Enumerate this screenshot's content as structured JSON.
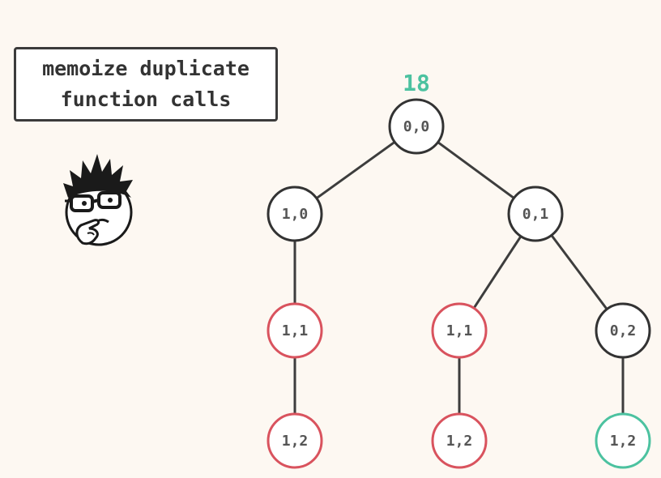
{
  "speech_bubble": {
    "line1": "memoize duplicate",
    "line2": "function calls"
  },
  "colors": {
    "background": "#fdf8f2",
    "normal_stroke": "#333333",
    "duplicate_stroke": "#d9535e",
    "memo_stroke": "#4cc2a0",
    "result": "#4cc2a0",
    "edge": "#3d3d3d"
  },
  "result": "18",
  "tree": {
    "nodes": [
      {
        "id": "n00a",
        "label": "0,0",
        "state": "normal"
      },
      {
        "id": "n10a",
        "label": "1,0",
        "state": "normal"
      },
      {
        "id": "n01a",
        "label": "0,1",
        "state": "normal"
      },
      {
        "id": "n11a",
        "label": "1,1",
        "state": "duplicate"
      },
      {
        "id": "n11b",
        "label": "1,1",
        "state": "duplicate"
      },
      {
        "id": "n02a",
        "label": "0,2",
        "state": "normal"
      },
      {
        "id": "n12a",
        "label": "1,2",
        "state": "duplicate"
      },
      {
        "id": "n12b",
        "label": "1,2",
        "state": "duplicate"
      },
      {
        "id": "n12c",
        "label": "1,2",
        "state": "memo"
      }
    ],
    "edges": [
      [
        "n00a",
        "n10a"
      ],
      [
        "n00a",
        "n01a"
      ],
      [
        "n10a",
        "n11a"
      ],
      [
        "n01a",
        "n11b"
      ],
      [
        "n01a",
        "n02a"
      ],
      [
        "n11a",
        "n12a"
      ],
      [
        "n11b",
        "n12b"
      ],
      [
        "n02a",
        "n12c"
      ]
    ]
  }
}
